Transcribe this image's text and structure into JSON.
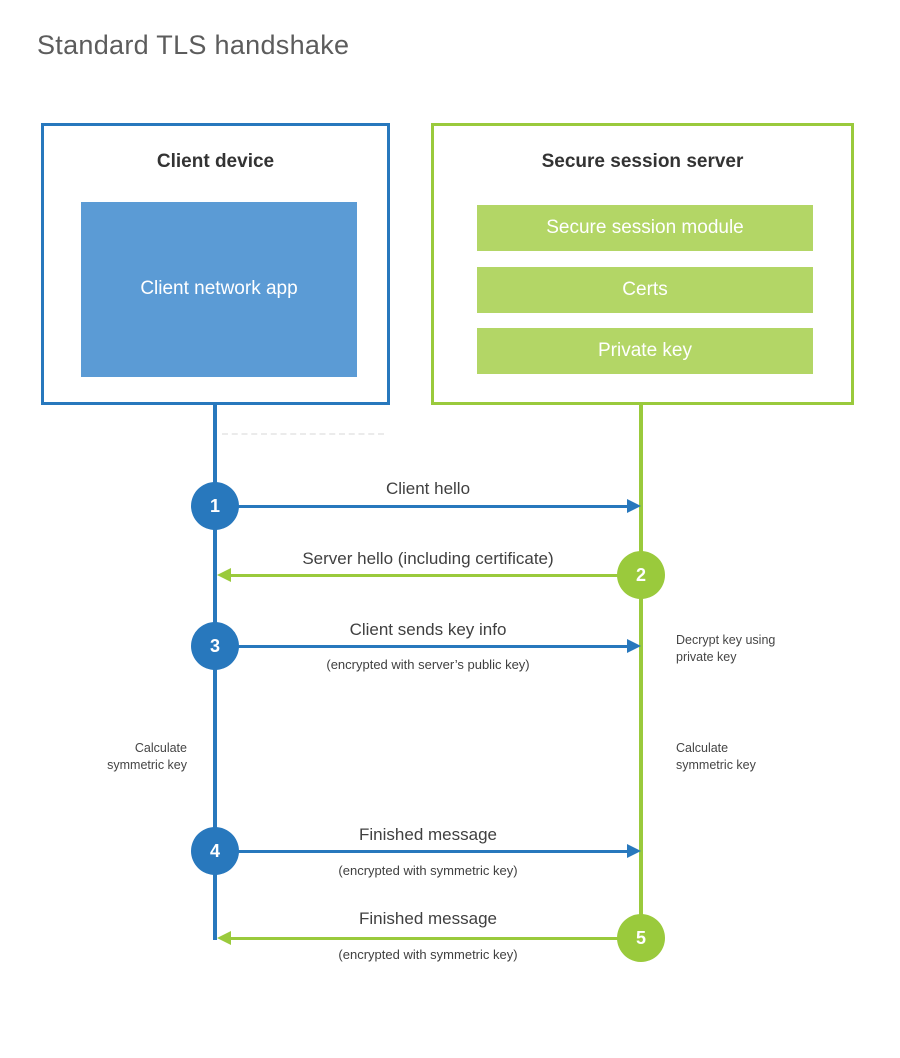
{
  "title": "Standard TLS handshake",
  "colors": {
    "blue": "#2878bd",
    "blue_fill": "#5b9bd5",
    "green": "#9aca3c",
    "green_fill": "#b3d666"
  },
  "client_box": {
    "title": "Client device",
    "app_label": "Client network app"
  },
  "server_box": {
    "title": "Secure session server",
    "modules": [
      "Secure session module",
      "Certs",
      "Private key"
    ]
  },
  "steps": [
    {
      "num": "1",
      "from": "client",
      "to": "server",
      "label": "Client hello",
      "sub": ""
    },
    {
      "num": "2",
      "from": "server",
      "to": "client",
      "label": "Server hello (including certificate)",
      "sub": ""
    },
    {
      "num": "3",
      "from": "client",
      "to": "server",
      "label": "Client sends key info",
      "sub": "(encrypted with server’s public key)"
    },
    {
      "num": "4",
      "from": "client",
      "to": "server",
      "label": "Finished message",
      "sub": "(encrypted with symmetric key)"
    },
    {
      "num": "5",
      "from": "server",
      "to": "client",
      "label": "Finished message",
      "sub": "(encrypted with symmetric key)"
    }
  ],
  "annotations": {
    "decrypt_key": [
      "Decrypt key using",
      "private key"
    ],
    "calculate_left": [
      "Calculate",
      "symmetric key"
    ],
    "calculate_right": [
      "Calculate",
      "symmetric key"
    ]
  }
}
